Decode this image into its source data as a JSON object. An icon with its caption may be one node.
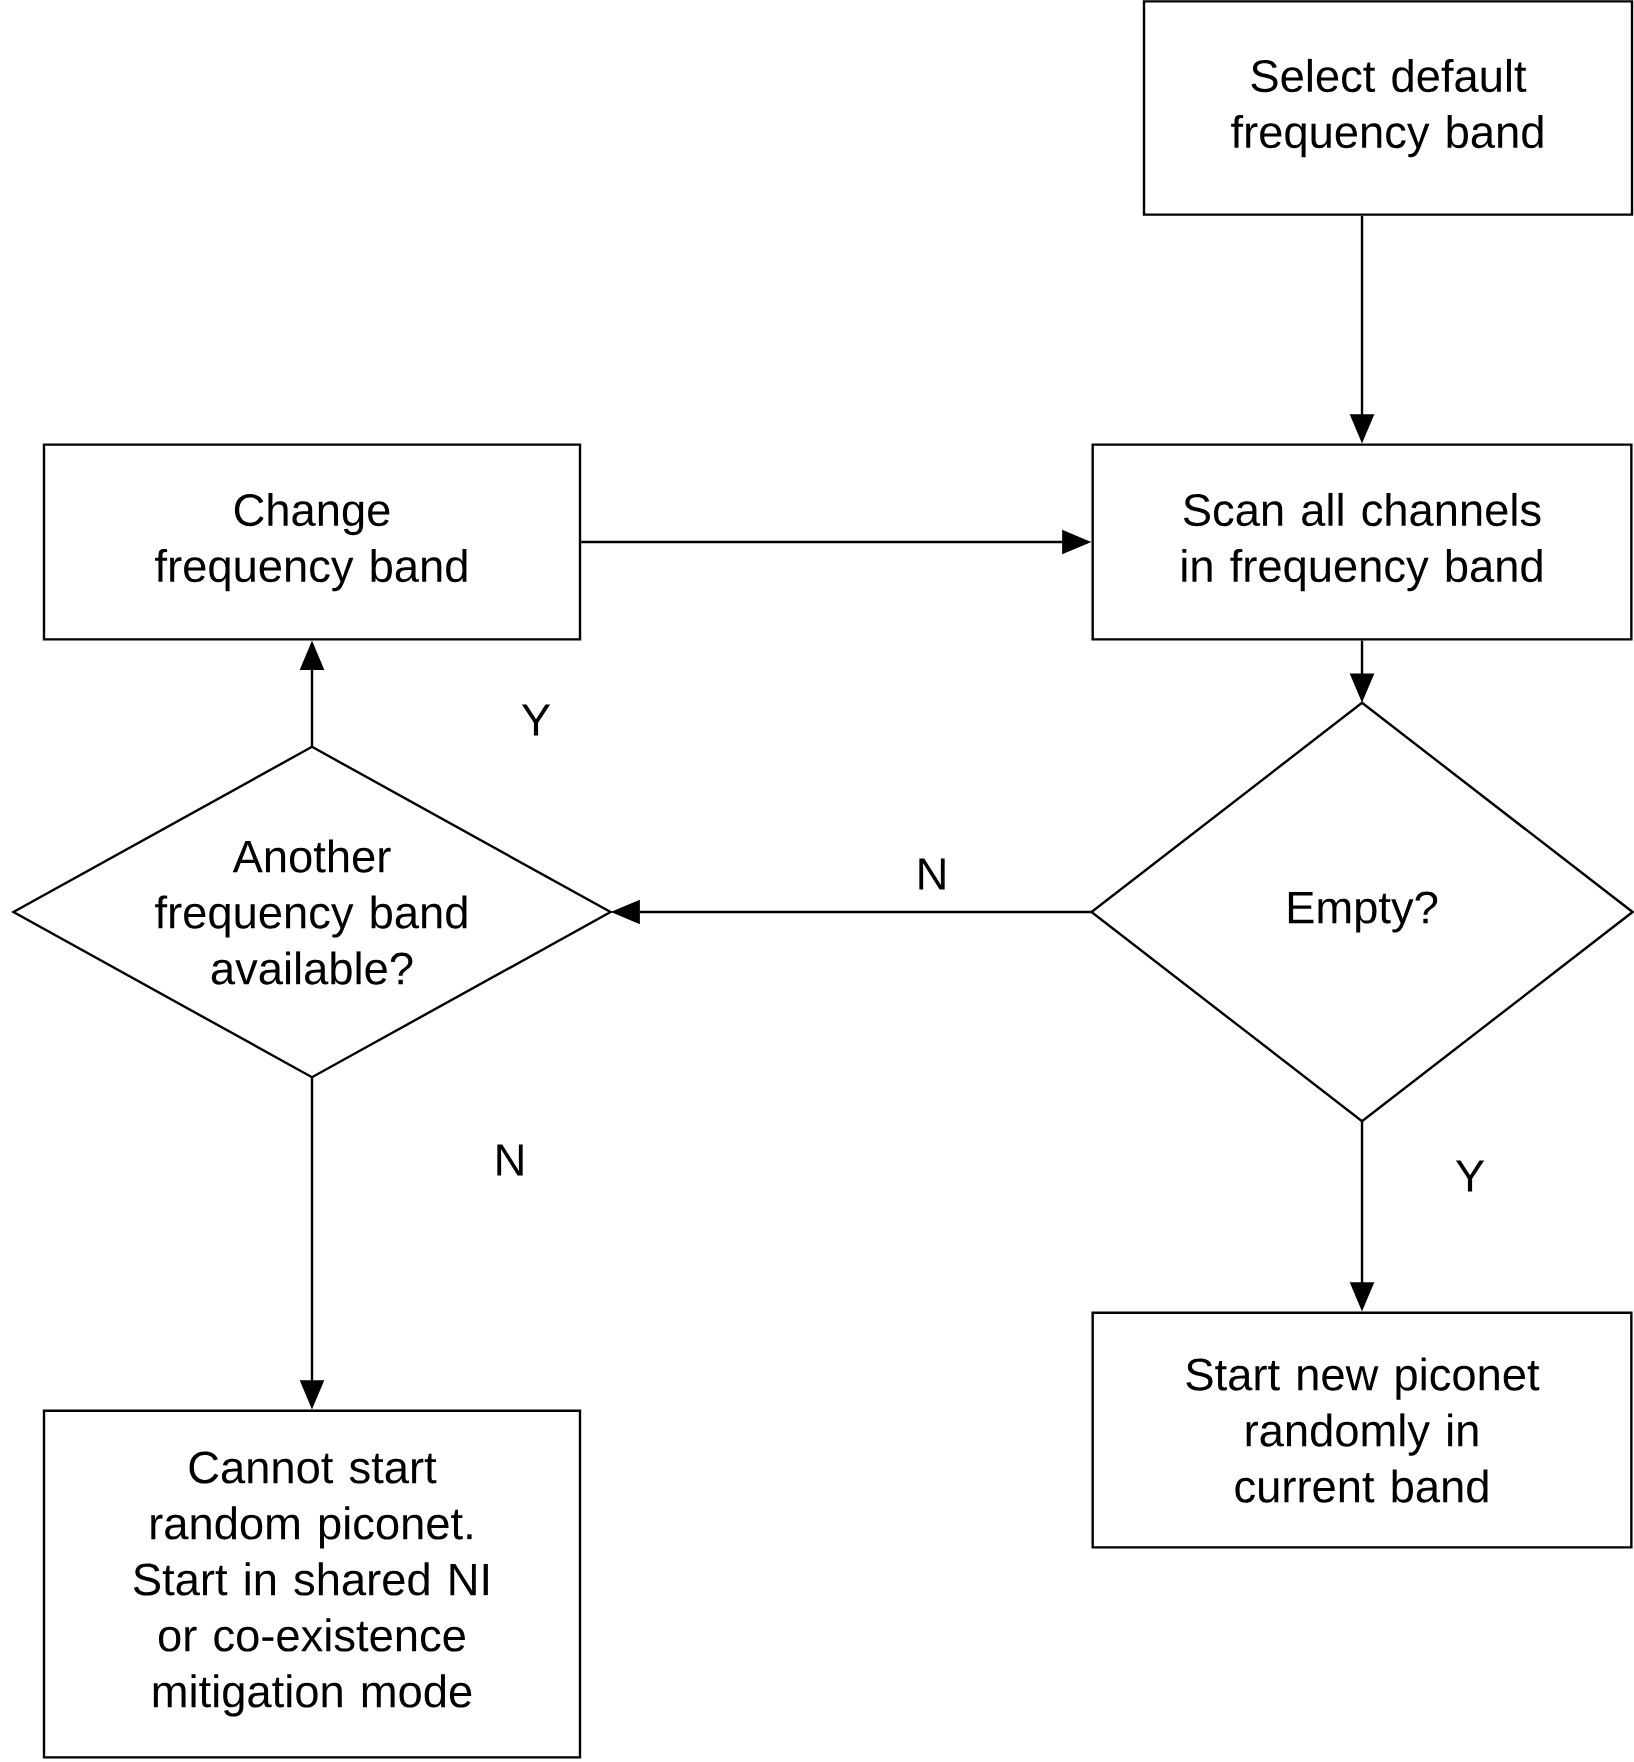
{
  "diagram": {
    "nodes": [
      {
        "text": [
          "Select default frequency band"
        ]
      },
      {
        "text": [
          "Change frequency band"
        ]
      },
      {
        "text": [
          "Scan all channels in frequency band"
        ]
      },
      {
        "text": [
          "Empty?"
        ]
      },
      {
        "text": [
          "Another frequency band available?"
        ]
      },
      {
        "text": [
          "Cannot start random piconet. Start in shared NI or co-existence mitigation mode"
        ]
      },
      {
        "text": [
          "Start new piconet randomly in current band"
        ]
      }
    ],
    "edges": [
      {
        "from": 0,
        "to": 2,
        "arrow": "to"
      },
      {
        "from": 1,
        "to": 2,
        "arrow": "to"
      },
      {
        "from": 2,
        "to": 3,
        "arrow": "to"
      },
      {
        "from": 3,
        "to": 4,
        "arrow": "to",
        "label": "N"
      },
      {
        "from": 4,
        "to": 1,
        "arrow": "to",
        "label": "Y"
      },
      {
        "from": 4,
        "to": 5,
        "arrow": "to",
        "label": "N"
      },
      {
        "from": 3,
        "to": 6,
        "arrow": "to",
        "label": "Y"
      }
    ]
  }
}
